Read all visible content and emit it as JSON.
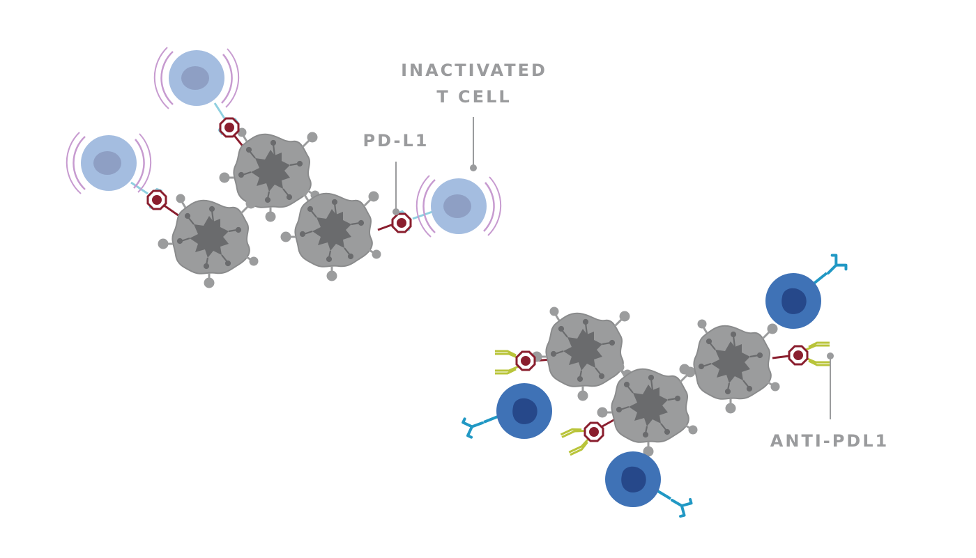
{
  "labels": {
    "inactivated_t_cell": {
      "line1": "INACTIVATED",
      "line2": "T CELL"
    },
    "pd_l1": "PD-L1",
    "anti_pdl1": "ANTI-PDL1"
  },
  "colors": {
    "tumor_cell": "#9b9c9d",
    "tumor_nucleus": "#6a6b6d",
    "inactivated_t_cell": "#a4bde0",
    "inactivated_t_cell_nucleus": "#8e9fc4",
    "inactivation_rings": "#c79bd0",
    "active_t_cell": "#3f72b6",
    "active_t_cell_nucleus": "#26488a",
    "pd1_receptor": "#8fd0e0",
    "pd_l1": "#8a1e2e",
    "anti_pdl1_antibody": "#b9c43a",
    "t_cell_receptor": "#2198c4",
    "label_text": "#9a9b9d"
  }
}
